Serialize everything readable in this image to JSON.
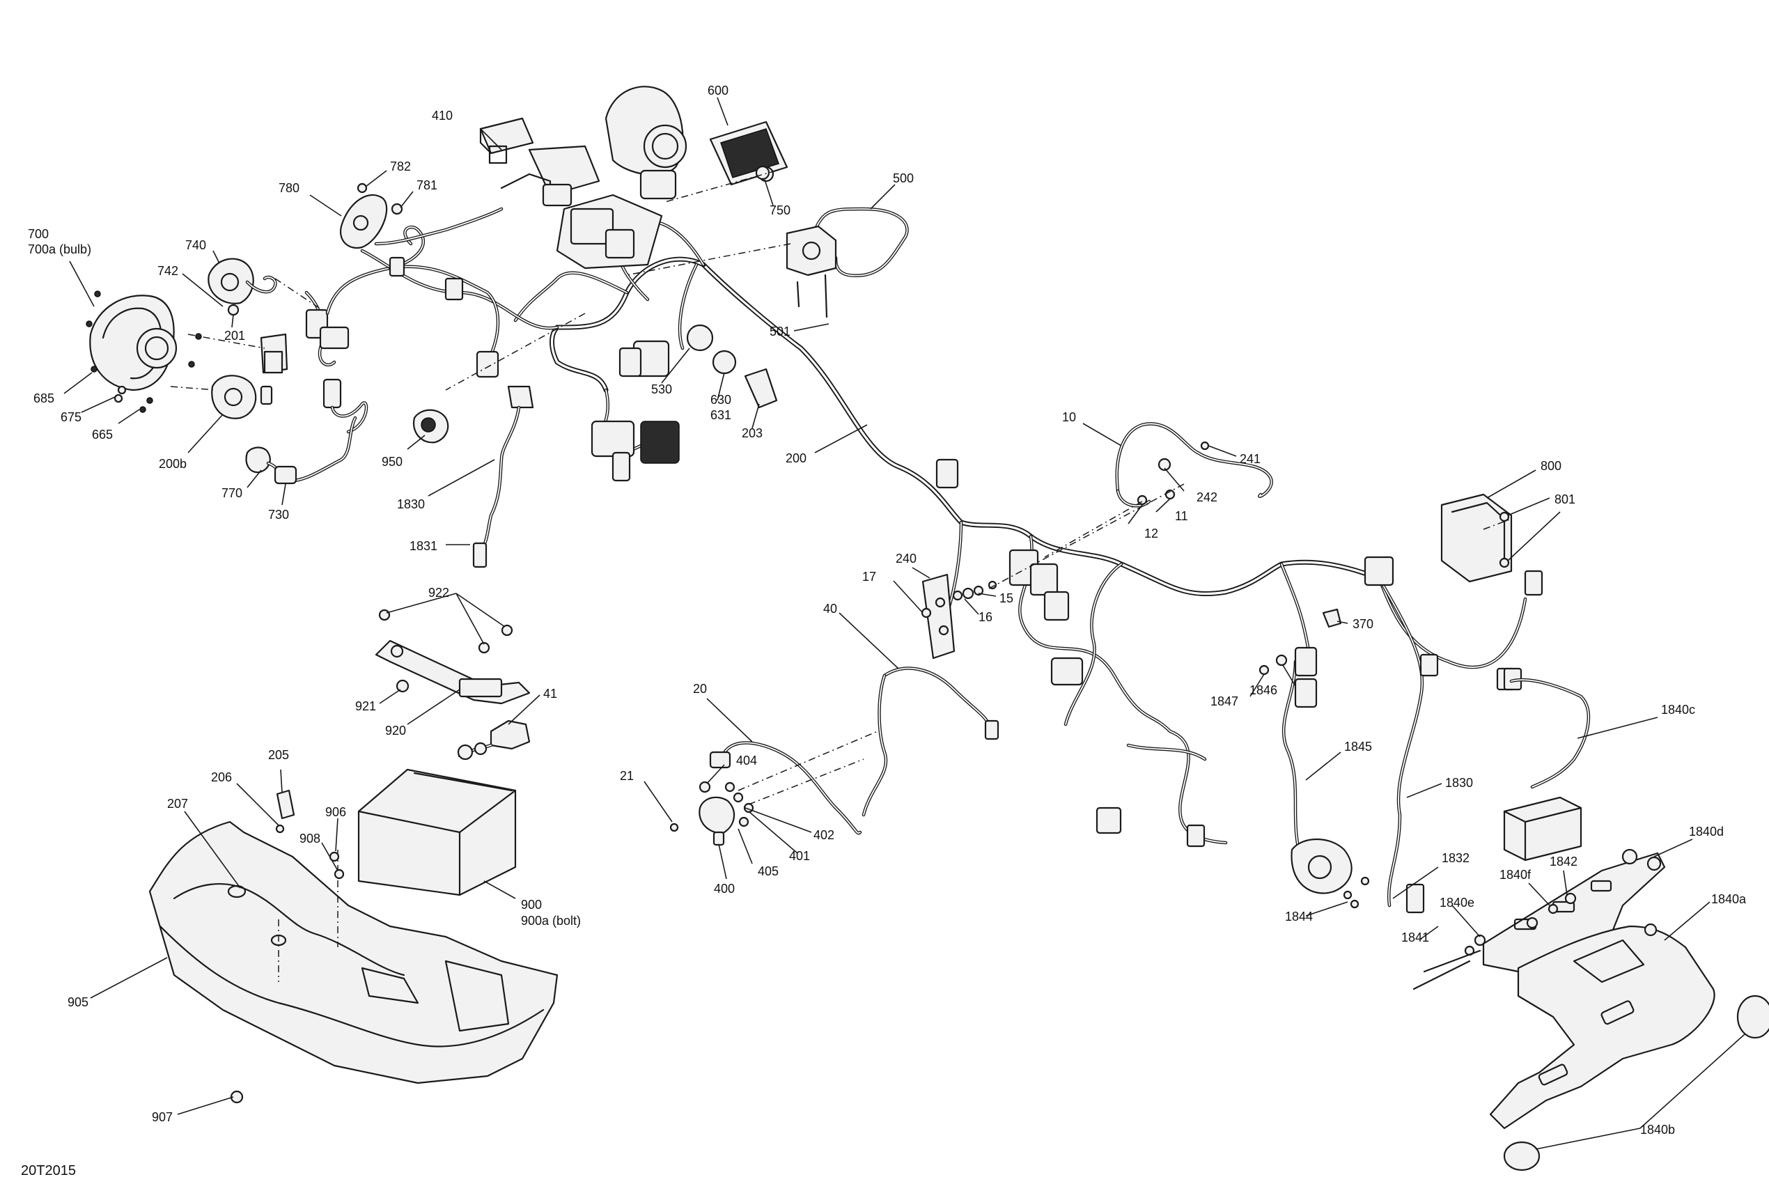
{
  "reference": "20T2015",
  "labels": {
    "l700": "700",
    "l700a": "700a (bulb)",
    "l742": "742",
    "l740": "740",
    "l201": "201",
    "l685": "685",
    "l675": "675",
    "l665": "665",
    "l200b": "200b",
    "l780": "780",
    "l782": "782",
    "l781": "781",
    "l410": "410",
    "l600": "600",
    "l750": "750",
    "l500": "500",
    "l501": "501",
    "l530": "530",
    "l630": "630",
    "l631": "631",
    "l203": "203",
    "l200": "200",
    "l950": "950",
    "l770": "770",
    "l730": "730",
    "l1830a": "1830",
    "l1831": "1831",
    "l10": "10",
    "l241": "241",
    "l242": "242",
    "l11": "11",
    "l12": "12",
    "l800": "800",
    "l801": "801",
    "l240": "240",
    "l17": "17",
    "l15": "15",
    "l16": "16",
    "l370": "370",
    "l922": "922",
    "l921": "921",
    "l920": "920",
    "l41": "41",
    "l40": "40",
    "l20": "20",
    "l21": "21",
    "l404": "404",
    "l402": "402",
    "l401": "401",
    "l405": "405",
    "l400": "400",
    "l1847": "1847",
    "l1846": "1846",
    "l1845": "1845",
    "l1830b": "1830",
    "l1840c": "1840c",
    "l1840d": "1840d",
    "l1832": "1832",
    "l1842": "1842",
    "l1840f": "1840f",
    "l1840e": "1840e",
    "l1844": "1844",
    "l1841": "1841",
    "l1840a": "1840a",
    "l1840b": "1840b",
    "l205": "205",
    "l206": "206",
    "l207": "207",
    "l906": "906",
    "l908": "908",
    "l900": "900",
    "l900a": "900a (bolt)",
    "l905": "905",
    "l907": "907"
  }
}
